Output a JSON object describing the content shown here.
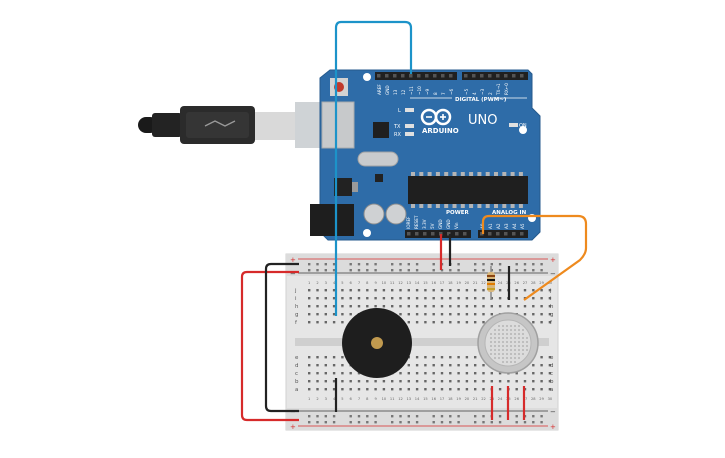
{
  "colors": {
    "arduino_blue": "#2e6ca8",
    "arduino_teal": "#1f8bb0",
    "wire_blue": "#1c93c9",
    "wire_red": "#d62a2a",
    "wire_black": "#222222",
    "wire_orange": "#ee8a1e",
    "breadboard": "#e6e6e6",
    "buzzer": "#1e1e1e",
    "sensor": "#c9c9c9"
  },
  "arduino": {
    "brand": "ARDUINO",
    "model": "UNO",
    "digital_label": "DIGITAL (PWM~)",
    "analog_label": "ANALOG IN",
    "power_label": "POWER",
    "on_label": "ON",
    "tx_label": "TX",
    "rx_label": "RX",
    "l_label": "L",
    "aref": "AREF",
    "gnd": "GND",
    "digital_pins": [
      "13",
      "12",
      "~11",
      "~10",
      "~9",
      "8",
      "7",
      "~6",
      "~5",
      "4",
      "~3",
      "2",
      "TX→1",
      "RX←0"
    ],
    "power_pins": [
      "IOREF",
      "RESET",
      "3.3V",
      "5V",
      "GND",
      "GND",
      "Vin"
    ],
    "analog_pins": [
      "A0",
      "A1",
      "A2",
      "A3",
      "A4",
      "A5"
    ]
  },
  "breadboard": {
    "row_letters_top": [
      "j",
      "i",
      "h",
      "g",
      "f"
    ],
    "row_letters_bottom": [
      "e",
      "d",
      "c",
      "b",
      "a"
    ],
    "column_count": 30,
    "plus": "+",
    "minus": "−"
  }
}
